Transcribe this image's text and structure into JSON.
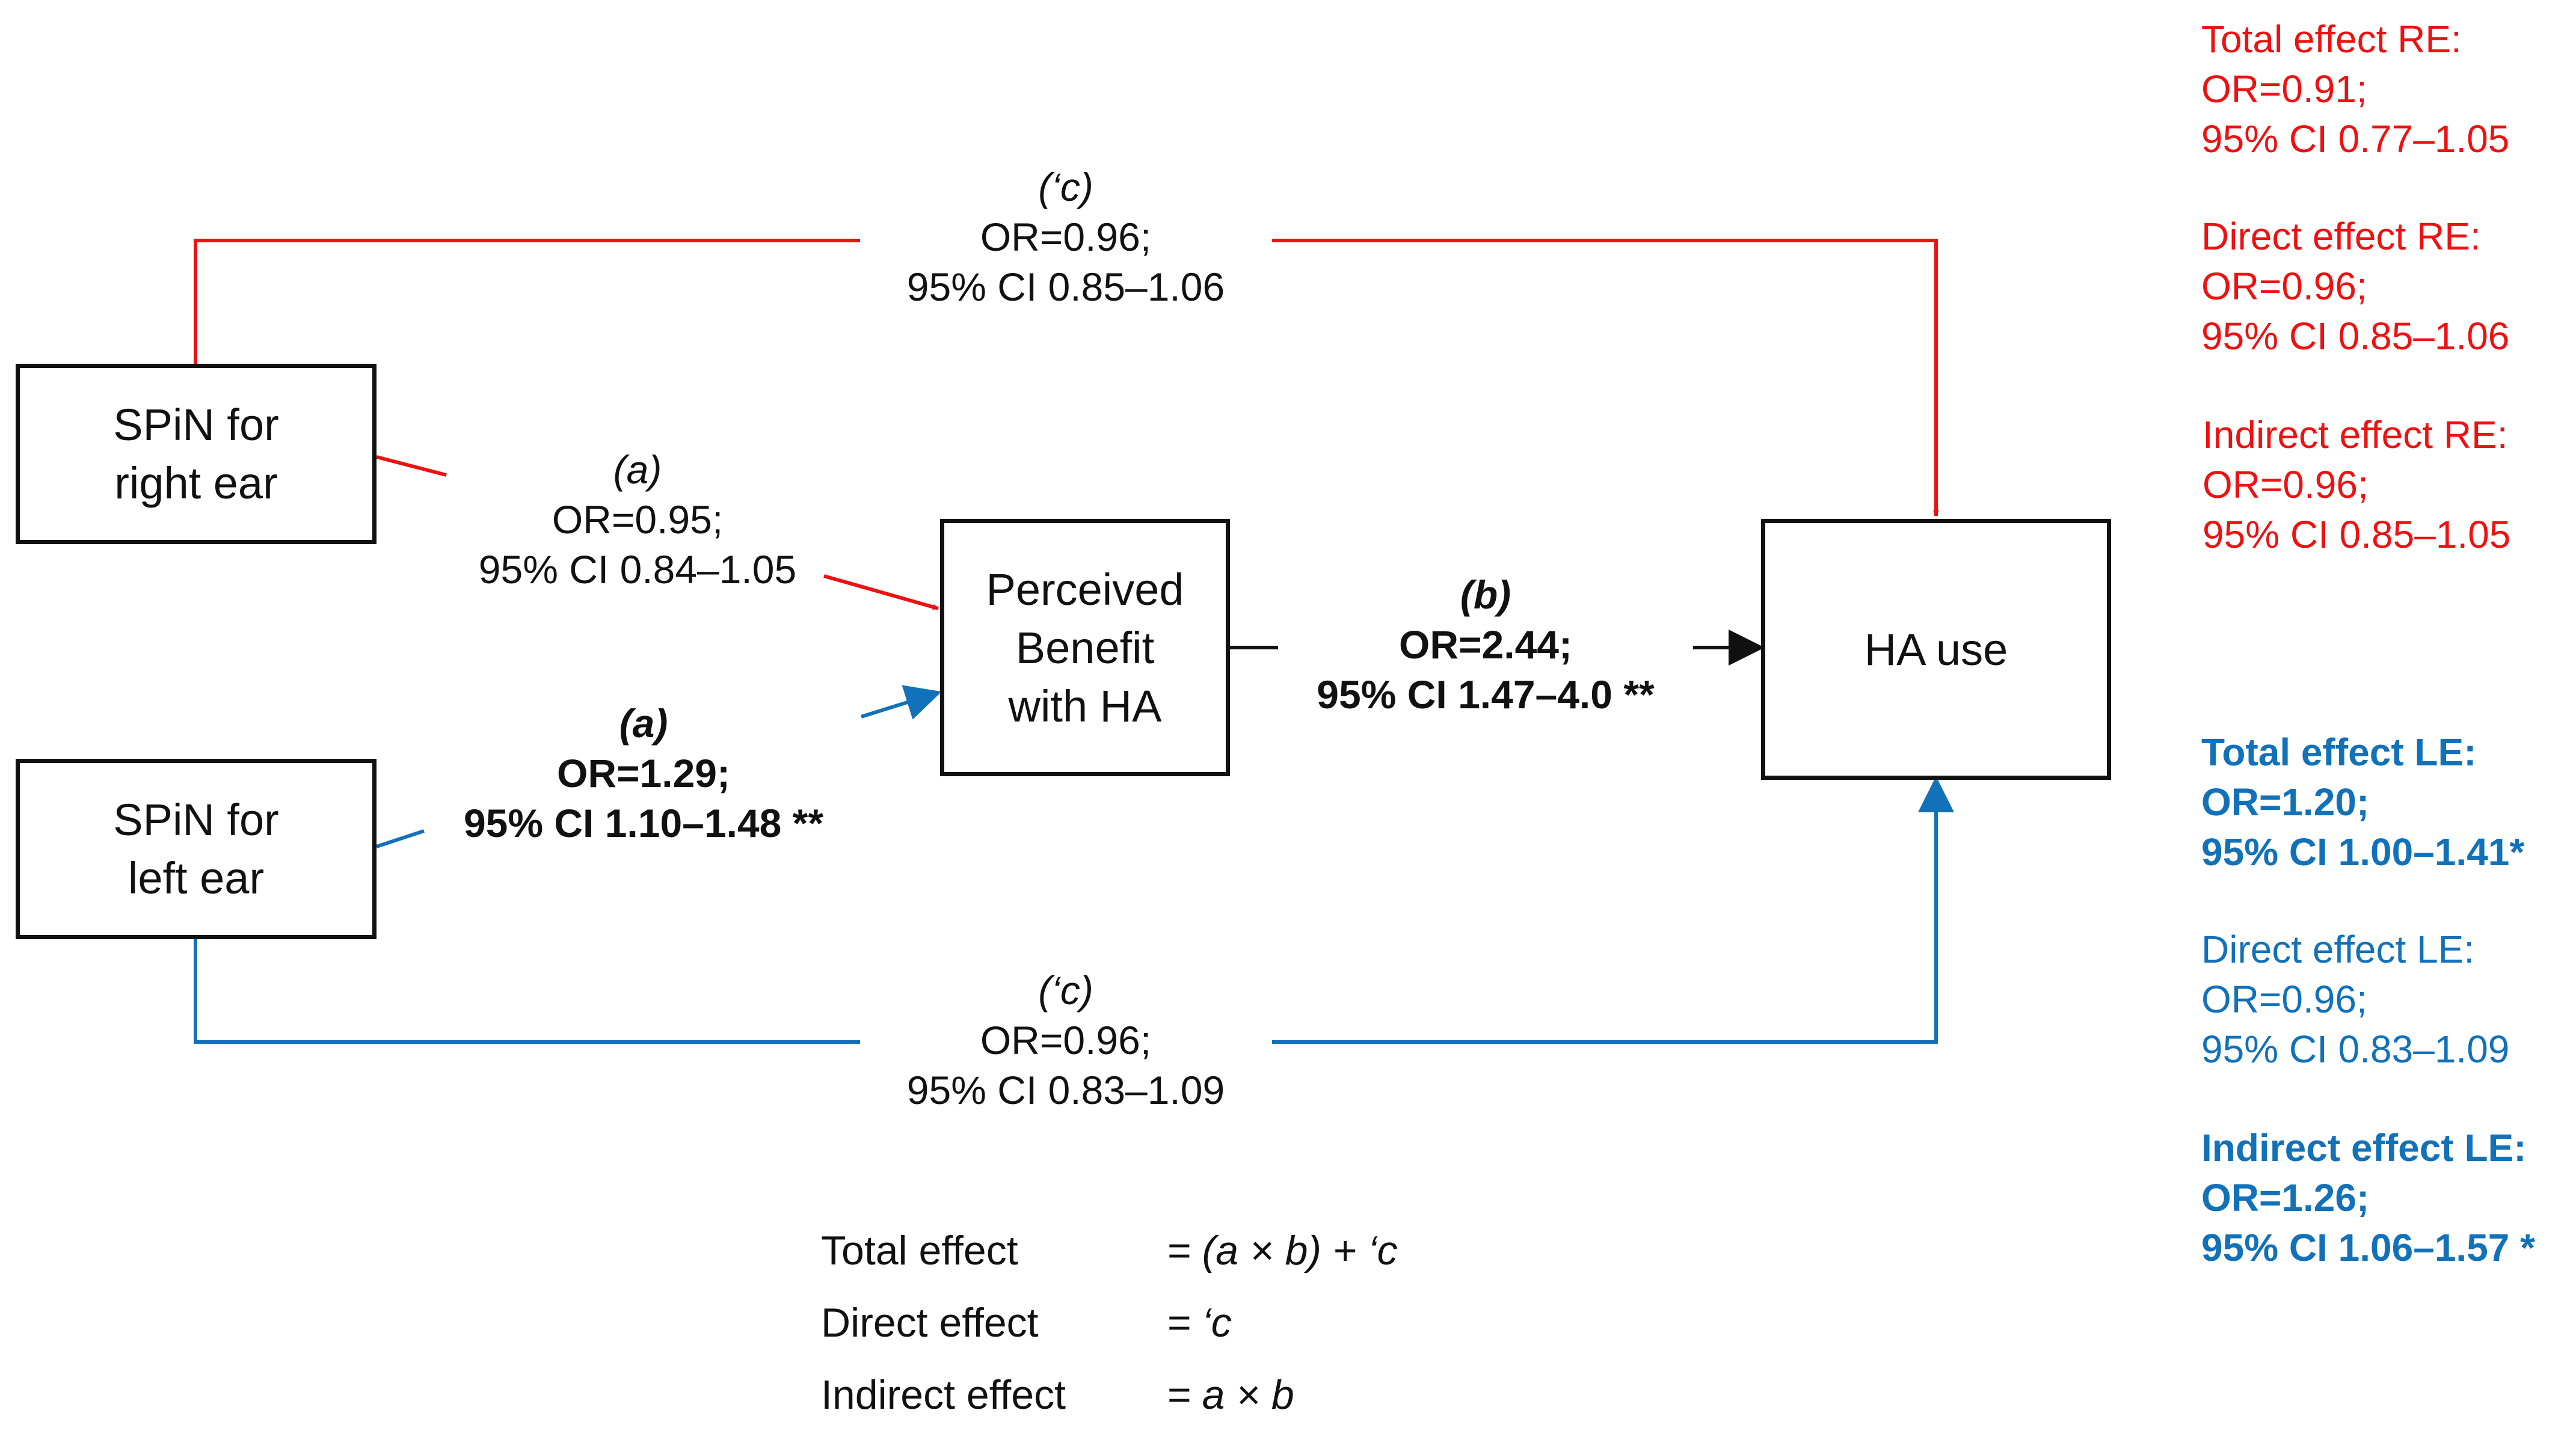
{
  "boxes": {
    "spin_right": [
      "SPiN for",
      "right ear"
    ],
    "spin_left": [
      "SPiN for",
      "left ear"
    ],
    "benefit": [
      "Perceived",
      "Benefit",
      "with HA"
    ],
    "ha_use": "HA use"
  },
  "paths": {
    "c_right": {
      "tag": "(‘c)",
      "or": "OR=0.96;",
      "ci": "95% CI 0.85–1.06"
    },
    "a_right": {
      "tag": "(a)",
      "or": "OR=0.95;",
      "ci": "95% CI 0.84–1.05"
    },
    "a_left": {
      "tag": "(a)",
      "or": "OR=1.29;",
      "ci": "95% CI 1.10–1.48 **"
    },
    "b": {
      "tag": "(b)",
      "or": "OR=2.44;",
      "ci": "95% CI 1.47–4.0 **"
    },
    "c_left": {
      "tag": "(‘c)",
      "or": "OR=0.96;",
      "ci": "95% CI 0.83–1.09"
    }
  },
  "effects": {
    "total_re": [
      "Total effect RE:",
      "OR=0.91;",
      "95% CI 0.77–1.05"
    ],
    "direct_re": [
      "Direct effect RE:",
      "OR=0.96;",
      "95% CI 0.85–1.06"
    ],
    "indirect_re": [
      "Indirect effect RE:",
      "OR=0.96;",
      "95% CI 0.85–1.05"
    ],
    "total_le": [
      "Total effect LE:",
      "OR=1.20;",
      "95% CI 1.00–1.41*"
    ],
    "direct_le": [
      "Direct effect LE:",
      "OR=0.96;",
      "95% CI 0.83–1.09"
    ],
    "indirect_le": [
      "Indirect effect LE:",
      "OR=1.26;",
      "95% CI 1.06–1.57 *"
    ]
  },
  "formulas": [
    {
      "name": "Total effect",
      "expr": "= (a × b) + ‘c"
    },
    {
      "name": "Direct effect",
      "expr": "= ‘c"
    },
    {
      "name": "Indirect effect",
      "expr": "= a × b"
    }
  ],
  "colors": {
    "right_ear": "#ee1111",
    "left_ear": "#1171b9",
    "neutral": "#111111"
  }
}
